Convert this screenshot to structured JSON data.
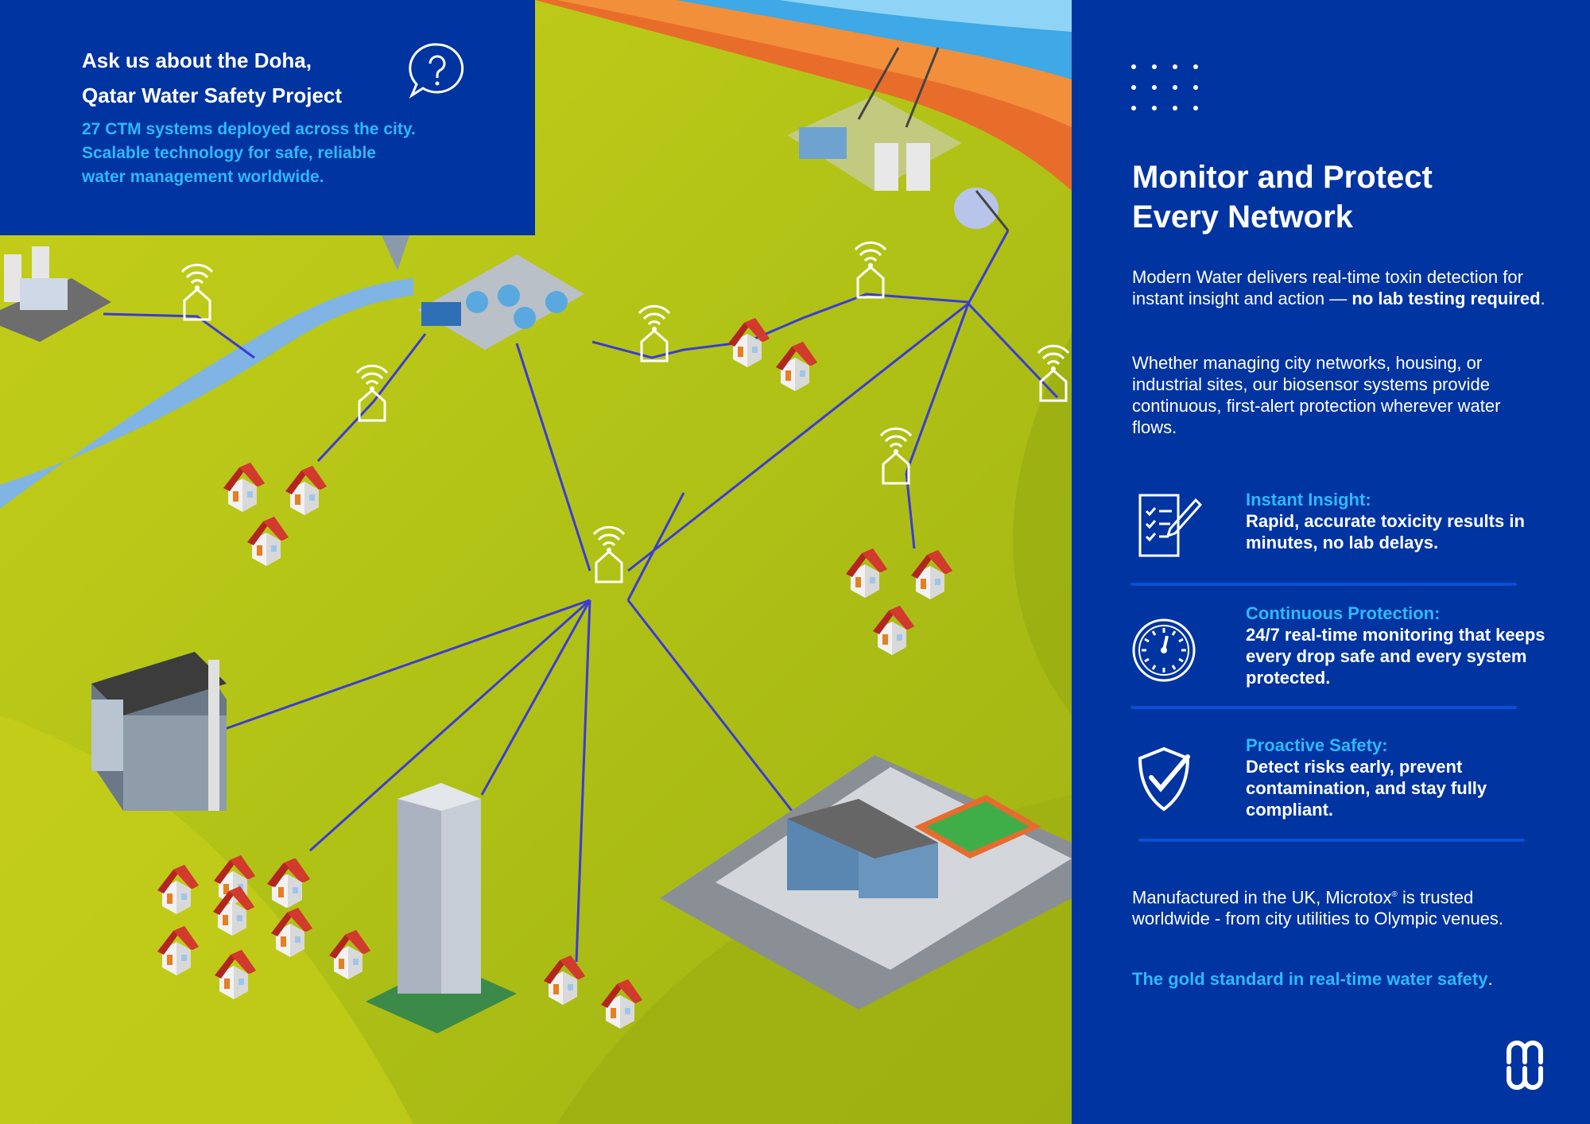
{
  "info_box": {
    "title_line1": "Ask us about the Doha,",
    "title_line2": "Qatar Water Safety Project",
    "desc_line1": "27 CTM systems deployed across the city.",
    "desc_line2": "Scalable technology for safe, reliable",
    "desc_line3": "water management worldwide.",
    "icon": "question-chat-icon"
  },
  "panel": {
    "heading_line1": "Monitor and Protect",
    "heading_line2": "Every Network",
    "para1_text": "Modern Water delivers real-time toxin detection for instant insight and action —",
    "para1_bold": "no lab testing required",
    "para1_end": ".",
    "para2": "Whether managing city networks, housing, or industrial sites, our biosensor systems provide continuous, first-alert protection wherever water flows.",
    "features": [
      {
        "title": "Instant Insight:",
        "body": "Rapid, accurate toxicity results in minutes, no lab delays.",
        "icon": "checklist-pen-icon"
      },
      {
        "title": "Continuous Protection:",
        "body": "24/7 real-time monitoring that keeps every drop safe and every system protected.",
        "icon": "clock-icon"
      },
      {
        "title": "Proactive Safety:",
        "body": "Detect risks early, prevent contamination, and stay fully compliant.",
        "icon": "shield-check-icon"
      }
    ],
    "footer_text_before": "Manufactured in the UK, Microtox",
    "footer_reg": "®",
    "footer_text_after": " is trusted worldwide - from city utilities to Olympic venues.",
    "tagline": "The gold standard in real-time water safety",
    "tagline_end": ".",
    "logo": "modern-water-logo"
  },
  "colors": {
    "navy": "#0034a0",
    "accent": "#2fb8ff",
    "ground": "#b3c417",
    "network_line": "#3b3bd6"
  }
}
